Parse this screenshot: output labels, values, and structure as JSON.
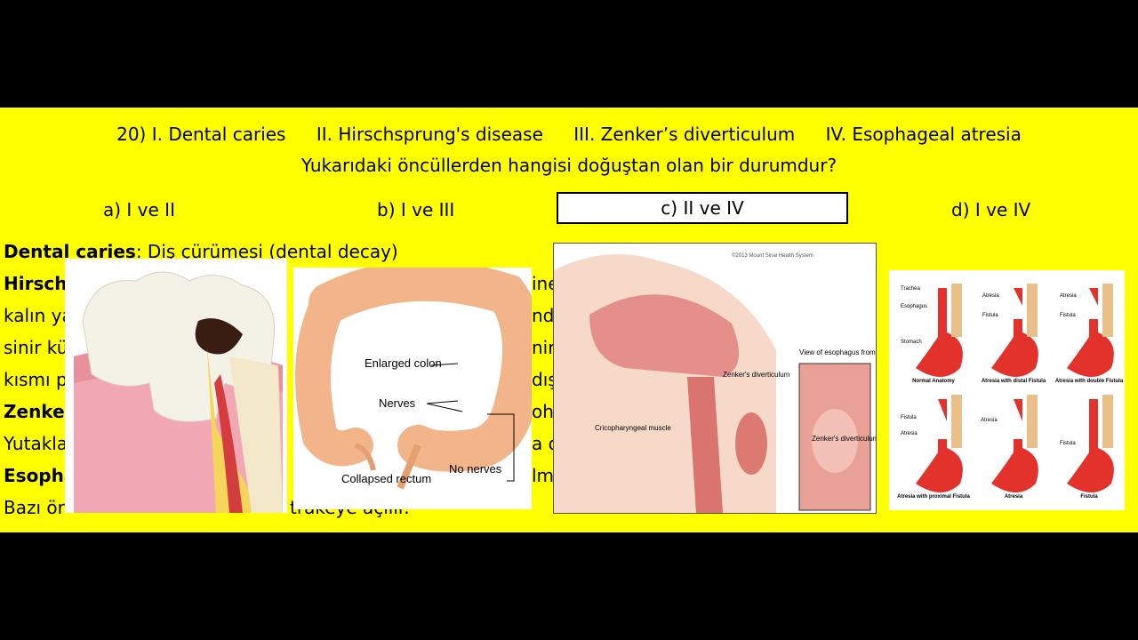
{
  "question": {
    "items": [
      "20) I. Dental caries",
      "II. Hirschsprung's disease",
      "III. Zenker’s diverticulum",
      "IV. Esophageal atresia"
    ],
    "prompt": "Yukarıdaki öncüllerden hangisi doğuştan olan bir durumdur?"
  },
  "options": {
    "a": "a) I ve II",
    "b": "b) I ve III",
    "c": "c) II ve IV",
    "d": "d) I ve IV",
    "selected": "c"
  },
  "explanations": [
    {
      "term": "Dental caries",
      "text": ": Diş çürümesi  (dental decay)"
    },
    {
      "term": "Hirschs",
      "text": ""
    },
    {
      "term": "",
      "text": "kalın ya"
    },
    {
      "term": "",
      "text": "sinir kü"
    },
    {
      "term": "",
      "text": "kısmı p"
    },
    {
      "term": "Zenker",
      "text": ""
    },
    {
      "term": "",
      "text": "Yutakla"
    },
    {
      "term": "Esopha",
      "text": ""
    },
    {
      "term": "",
      "text": "Bazı ör"
    }
  ],
  "explanation_fragments": {
    "h2": "ine",
    "h3": "nd",
    "h4": "nir",
    "h5": "dış",
    "z1": "oh",
    "z2": "a o",
    "e1": "lm",
    "e2": "trakeye açılır."
  },
  "colon_image": {
    "enlarged_colon": "Enlarged colon",
    "nerves": "Nerves",
    "no_nerves": "No nerves",
    "collapsed_rectum": "Collapsed rectum"
  },
  "zenker_image": {
    "watermark": "©2013 Mount Sinai Health System",
    "diverticulum": "Zenker's diverticulum",
    "cricopharyngeal": "Cricopharyngeal muscle",
    "view": "View of esophagus from behind",
    "diverticulum2": "Zenker's diverticulum"
  },
  "atresia_image": {
    "labels": {
      "trachea": "Trachea",
      "esophagus": "Esophagus",
      "stomach": "Stomach",
      "atresia": "Atresia",
      "fistula": "Fistula"
    },
    "captions": [
      "Normal Anatomy",
      "Atresia with distal Fistula",
      "Atresia with double Fistula",
      "Atresia with proximal Fistula",
      "Atresia",
      "Fistula"
    ]
  }
}
